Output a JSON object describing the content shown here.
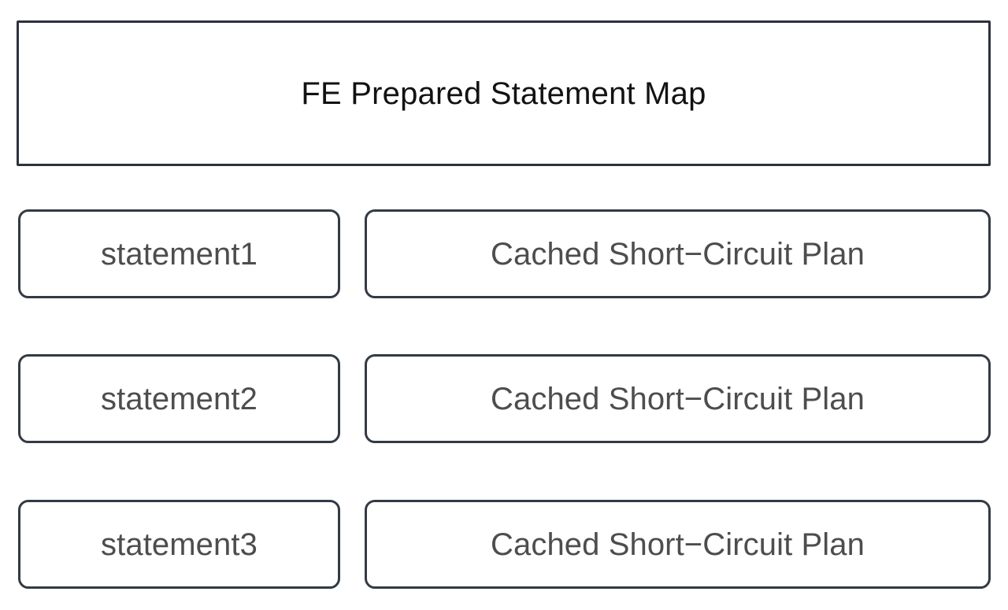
{
  "diagram": {
    "title": "FE Prepared Statement Map",
    "colors": {
      "background": "#ffffff",
      "container_border": "#2c323c",
      "card_border": "#333a44",
      "title_text": "#121212",
      "card_text": "#4d4d4d"
    },
    "rows": [
      {
        "key_label": "statement1",
        "plan_label": "Cached Short−Circuit Plan"
      },
      {
        "key_label": "statement2",
        "plan_label": "Cached Short−Circuit Plan"
      },
      {
        "key_label": "statement3",
        "plan_label": "Cached Short−Circuit Plan"
      }
    ]
  }
}
